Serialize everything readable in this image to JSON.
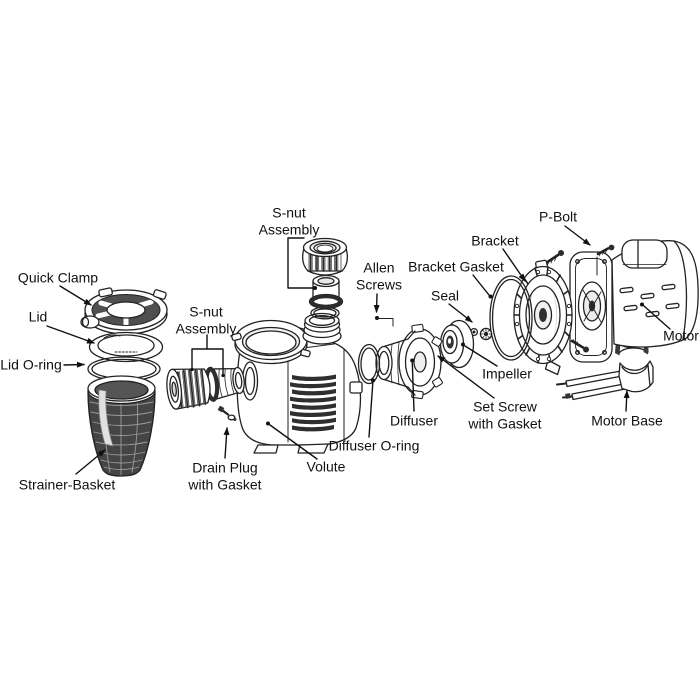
{
  "diagram": {
    "kind": "exploded-parts-diagram",
    "background_color": "#ffffff",
    "line_color": "#222222",
    "label_color": "#101010",
    "dark_part_color": "#2f2f2f",
    "basket_fill_color": "#454545"
  },
  "labels": {
    "quick_clamp": "Quick Clamp",
    "lid": "Lid",
    "lid_oring": "Lid O-ring",
    "strainer_basket": "Strainer-Basket",
    "snut_assembly_left": "S-nut\nAssembly",
    "snut_assembly_top": "S-nut\nAssembly",
    "allen_screws": "Allen\nScrews",
    "bracket": "Bracket",
    "bracket_gasket": "Bracket Gasket",
    "seal": "Seal",
    "p_bolt": "P-Bolt",
    "motor": "Motor",
    "impeller": "Impeller",
    "set_screw_with_gasket": "Set Screw\nwith Gasket",
    "diffuser": "Diffuser",
    "diffuser_oring": "Diffuser O-ring",
    "volute": "Volute",
    "drain_plug_with_gasket": "Drain Plug\nwith Gasket",
    "motor_base": "Motor Base"
  }
}
